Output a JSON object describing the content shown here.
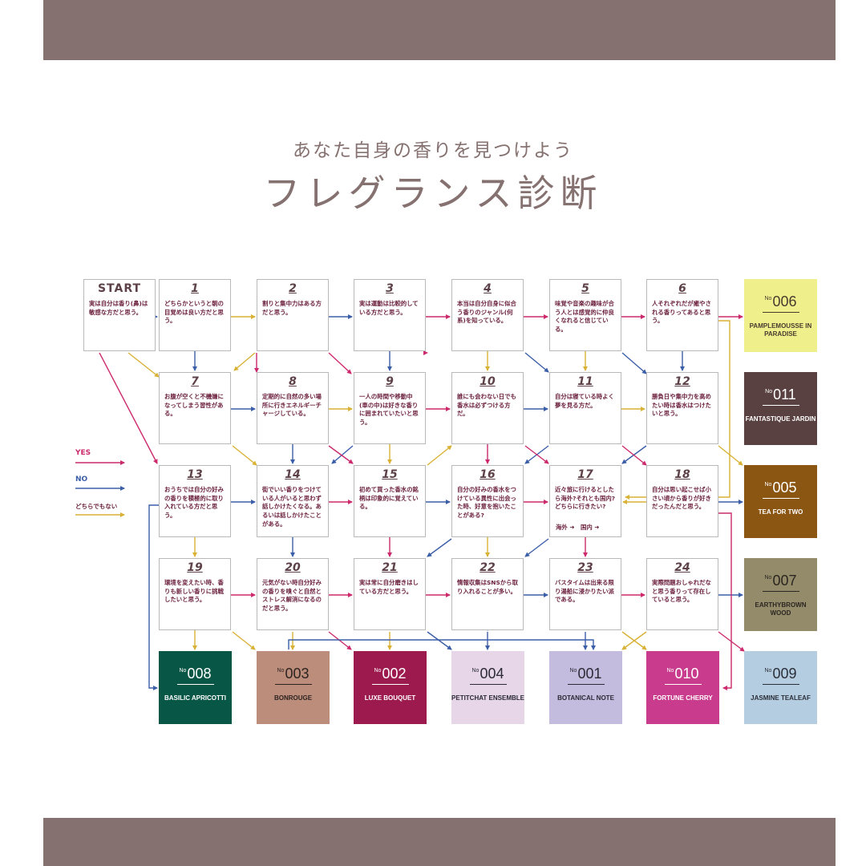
{
  "header": {
    "subtitle": "あなた自身の香りを見つけよう",
    "title": "フレグランス診断"
  },
  "legend": {
    "yes": {
      "label": "YES",
      "color": "#cc2a6c"
    },
    "no": {
      "label": "NO",
      "color": "#3b5ea8"
    },
    "either": {
      "label": "どちらでもない",
      "color": "#d9b135"
    }
  },
  "questions": [
    {
      "id": "start",
      "num": "START",
      "text": "実は自分は香り(鼻)は敏感な方だと思う。"
    },
    {
      "id": "q1",
      "num": "1",
      "text": "どちらかというと朝の目覚めは良い方だと思う。"
    },
    {
      "id": "q2",
      "num": "2",
      "text": "割りと集中力はある方だと思う。"
    },
    {
      "id": "q3",
      "num": "3",
      "text": "実は運動は比較的している方だと思う。"
    },
    {
      "id": "q4",
      "num": "4",
      "text": "本当は自分自身に似合う香りのジャンル(何系)を知っている。"
    },
    {
      "id": "q5",
      "num": "5",
      "text": "味覚や音楽の趣味が合う人とは感覚的に仲良くなれると信じている。"
    },
    {
      "id": "q6",
      "num": "6",
      "text": "人それぞれだが癒やされる香りってあると思う。"
    },
    {
      "id": "q7",
      "num": "7",
      "text": "お腹が空くと不機嫌になってしまう習性がある。"
    },
    {
      "id": "q8",
      "num": "8",
      "text": "定期的に自然の多い場所に行きエネルギーチャージしている。"
    },
    {
      "id": "q9",
      "num": "9",
      "text": "一人の時間や移動中(車の中)は好きな香りに囲まれていたいと思う。"
    },
    {
      "id": "q10",
      "num": "10",
      "text": "誰にも会わない日でも香水は必ずつける方だ。"
    },
    {
      "id": "q11",
      "num": "11",
      "text": "自分は寝ている時よく夢を見る方だ。"
    },
    {
      "id": "q12",
      "num": "12",
      "text": "勝負日や集中力を高めたい時は香水はつけたいと思う。"
    },
    {
      "id": "q13",
      "num": "13",
      "text": "おうちでは自分の好みの香りを積極的に取り入れている方だと思う。"
    },
    {
      "id": "q14",
      "num": "14",
      "text": "街でいい香りをつけている人がいると思わず話しかけたくなる。あるいは話しかけたことがある。"
    },
    {
      "id": "q15",
      "num": "15",
      "text": "初めて買った香水の銘柄は印象的に覚えている。"
    },
    {
      "id": "q16",
      "num": "16",
      "text": "自分の好みの香水をつけている異性に出会った時、好意を抱いたことがある?"
    },
    {
      "id": "q17",
      "num": "17",
      "text": "近々旅に行けるとしたら海外?それとも国内?どちらに行きたい?",
      "extra": "海外 ➜　国内 ➜"
    },
    {
      "id": "q18",
      "num": "18",
      "text": "自分は思い起こせば小さい頃から香りが好きだったんだと思う。"
    },
    {
      "id": "q19",
      "num": "19",
      "text": "環境を変えたい時、香りも新しい香りに挑戦したいと思う。"
    },
    {
      "id": "q20",
      "num": "20",
      "text": "元気がない時自分好みの香りを嗅ぐと自然とストレス解消になるのだと思う。"
    },
    {
      "id": "q21",
      "num": "21",
      "text": "実は常に自分磨きはしている方だと思う。"
    },
    {
      "id": "q22",
      "num": "22",
      "text": "情報収集はSNSから取り入れることが多い。"
    },
    {
      "id": "q23",
      "num": "23",
      "text": "バスタイムは出来る限り湯船に浸かりたい派である。"
    },
    {
      "id": "q24",
      "num": "24",
      "text": "実際問題おしゃれだなと思う香りって存在していると思う。"
    }
  ],
  "results": [
    {
      "id": "r006",
      "no": "No",
      "num": "006",
      "name": "PAMPLEMOUSSE IN PARADISE",
      "bg": "#eff08c",
      "fg": "#4a3b2f"
    },
    {
      "id": "r011",
      "no": "No",
      "num": "011",
      "name": "FANTASTIQUE JARDIN",
      "bg": "#5a4141",
      "fg": "#ffffff"
    },
    {
      "id": "r005",
      "no": "No",
      "num": "005",
      "name": "TEA FOR TWO",
      "bg": "#8b5512",
      "fg": "#ffffff"
    },
    {
      "id": "r007",
      "no": "No",
      "num": "007",
      "name": "EARTHYBROWN WOOD",
      "bg": "#948b6b",
      "fg": "#2b2620"
    },
    {
      "id": "r009",
      "no": "No",
      "num": "009",
      "name": "JASMINE TEALEAF",
      "bg": "#b5cde0",
      "fg": "#2b2f3a"
    },
    {
      "id": "r008",
      "no": "No",
      "num": "008",
      "name": "BASILIC APRICOTTI",
      "bg": "#075646",
      "fg": "#ffffff"
    },
    {
      "id": "r003",
      "no": "No",
      "num": "003",
      "name": "BONROUGE",
      "bg": "#bd8d7b",
      "fg": "#2c2320"
    },
    {
      "id": "r002",
      "no": "No",
      "num": "002",
      "name": "LUXE BOUQUET",
      "bg": "#9c1a4e",
      "fg": "#ffffff"
    },
    {
      "id": "r004",
      "no": "No",
      "num": "004",
      "name": "PETITCHAT ENSEMBLE",
      "bg": "#e6d6e8",
      "fg": "#2b2a35"
    },
    {
      "id": "r001",
      "no": "No",
      "num": "001",
      "name": "BOTANICAL NOTE",
      "bg": "#c3bcde",
      "fg": "#2b2a35"
    },
    {
      "id": "r010",
      "no": "No",
      "num": "010",
      "name": "FORTUNE CHERRY",
      "bg": "#c93b8c",
      "fg": "#ffffff"
    }
  ]
}
